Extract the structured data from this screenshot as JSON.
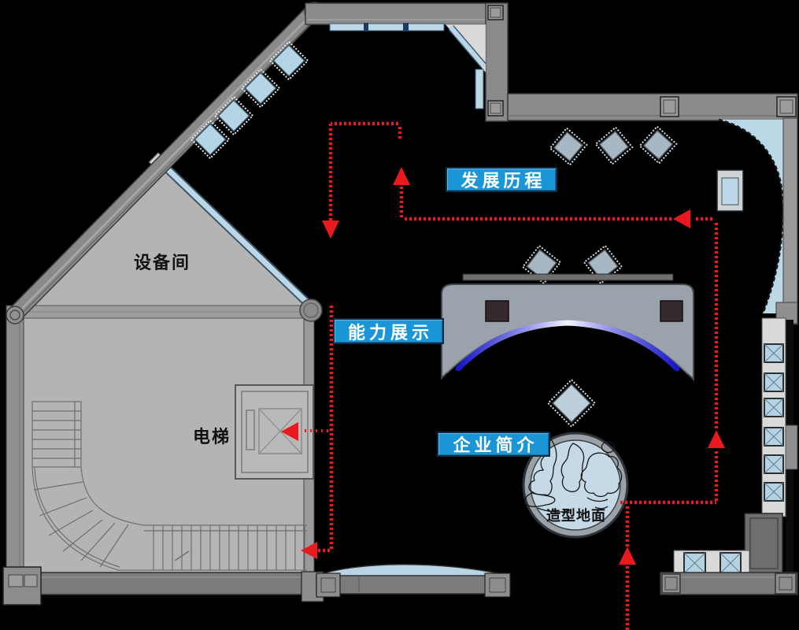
{
  "plan": {
    "zone_labels": {
      "development_history": "发展历程",
      "capability_display": "能力展示",
      "company_profile": "企业简介"
    },
    "room_labels": {
      "equipment_room": "设备间",
      "elevator": "电梯",
      "shaped_floor": "造型地面"
    },
    "colors": {
      "label_blue": "#1a96d6",
      "label_border": "#0c2d45",
      "route_red": "#e8191f",
      "wall_gray": "#8a8a8a",
      "wall_dark": "#3c3c3c",
      "room_fill": "#b4b4b4",
      "glass_blue": "#bcd7e6",
      "case_blue": "#b4d2e2",
      "stage_gray": "#9aa3ab",
      "led_blue": "#1515c8",
      "strip_light": "#d9d9d9",
      "text_black": "#111111",
      "text_white": "#ffffff"
    }
  }
}
